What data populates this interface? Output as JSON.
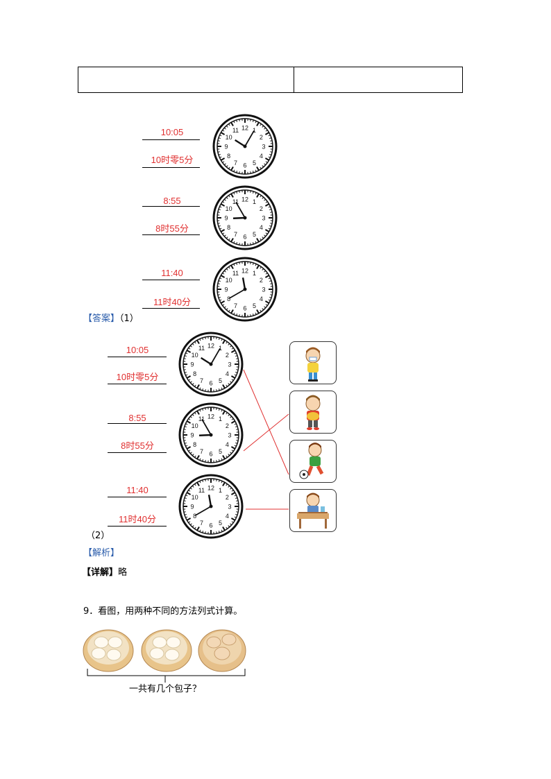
{
  "top_table": {
    "cells": [
      "",
      ""
    ]
  },
  "clocks_question": [
    {
      "digital": "10:05",
      "chinese": "10时零5分"
    },
    {
      "digital": "8:55",
      "chinese": "8时55分"
    },
    {
      "digital": "11:40",
      "chinese": "11时40分"
    }
  ],
  "answer": {
    "tag": "【答案】",
    "part1": "（1）",
    "clocks": [
      {
        "digital": "10:05",
        "chinese": "10时零5分"
      },
      {
        "digital": "8:55",
        "chinese": "8时55分"
      },
      {
        "digital": "11:40",
        "chinese": "11时40分"
      }
    ],
    "cards": [
      "boy-brushing-teeth",
      "boy-eating",
      "boy-playing-football",
      "boy-studying-at-desk"
    ],
    "part2": "（2）"
  },
  "analysis": {
    "tag": "【解析】",
    "detail_tag": "【详解】",
    "detail_text": "略"
  },
  "question9": {
    "prompt": "9．看图，用两种不同的方法列式计算。",
    "caption": "一共有几个包子？"
  },
  "colors": {
    "red": "#e03030",
    "blue": "#2a5cab"
  }
}
